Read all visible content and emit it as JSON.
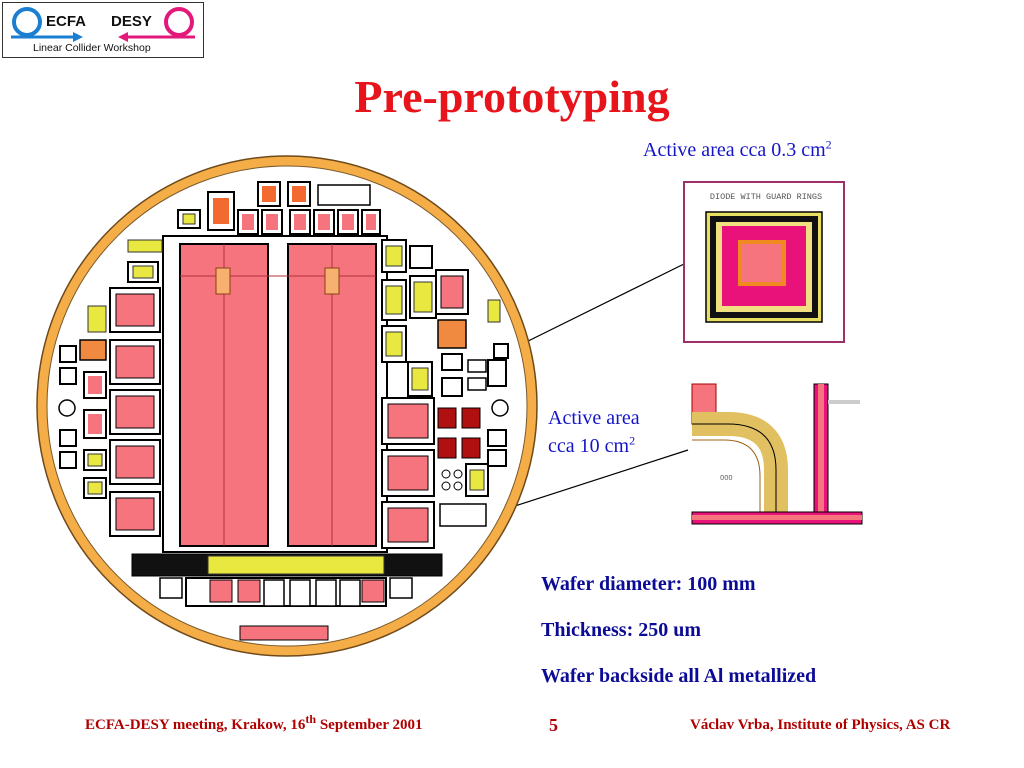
{
  "logo": {
    "left_text": "ECFA",
    "right_text": "DESY",
    "subtitle": "Linear Collider Workshop"
  },
  "slide": {
    "title": "Pre-prototyping",
    "active_small": {
      "text": "Active area cca 0.3 cm",
      "sup": "2"
    },
    "active_large": {
      "line1": "Active area",
      "line2": "cca 10 cm",
      "sup": "2"
    },
    "diode_label": "DIODE WITH GUARD RINGS",
    "specs": [
      "Wafer diameter: 100 mm",
      "Thickness: 250 um",
      "Wafer backside all Al metallized"
    ]
  },
  "footer": {
    "left": {
      "pre": "ECFA-DESY meeting, Krakow, 16",
      "sup": "th",
      "post": " September 2001"
    },
    "page": "5",
    "right": "Václav Vrba, Institute of Physics, AS CR"
  },
  "colors": {
    "title": "#e8141c",
    "text_blue": "#1414c8",
    "spec_blue": "#0b0b96",
    "footer": "#b00000",
    "wafer_ring": "#f0a640",
    "pad_fill": "#f2707a"
  }
}
